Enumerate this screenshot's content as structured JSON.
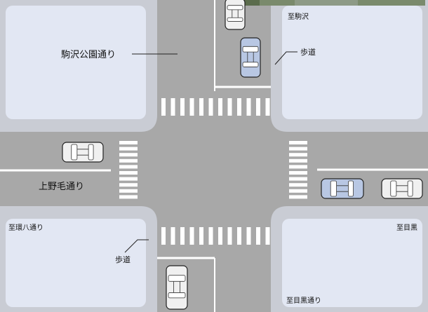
{
  "colors": {
    "road": "#a8a8a8",
    "sidewalk": "#c9ccd4",
    "block": "#e2e7f3",
    "crosswalk": "#ffffff",
    "car_white": "#f0f0f0",
    "car_blue": "#b8c7e3",
    "text": "#111111"
  },
  "labels": {
    "komazawa_dori": "駒沢公園通り",
    "kaminoge_dori": "上野毛通り",
    "to_komazawa": "至駒沢",
    "to_kanpachi": "至環八通り",
    "to_meguro": "至目黒",
    "to_meguro_dori": "至目黒通り",
    "sidewalk_upper": "歩道",
    "sidewalk_lower": "歩道"
  },
  "cars": [
    {
      "id": "car-north-white",
      "color": "white"
    },
    {
      "id": "car-north-blue",
      "color": "blue"
    },
    {
      "id": "car-west-white",
      "color": "white"
    },
    {
      "id": "car-east-blue",
      "color": "blue"
    },
    {
      "id": "car-east-white",
      "color": "white"
    },
    {
      "id": "car-south-white",
      "color": "white"
    }
  ],
  "icons": {
    "photo_thumbnail": "street-photo-thumbnail"
  }
}
